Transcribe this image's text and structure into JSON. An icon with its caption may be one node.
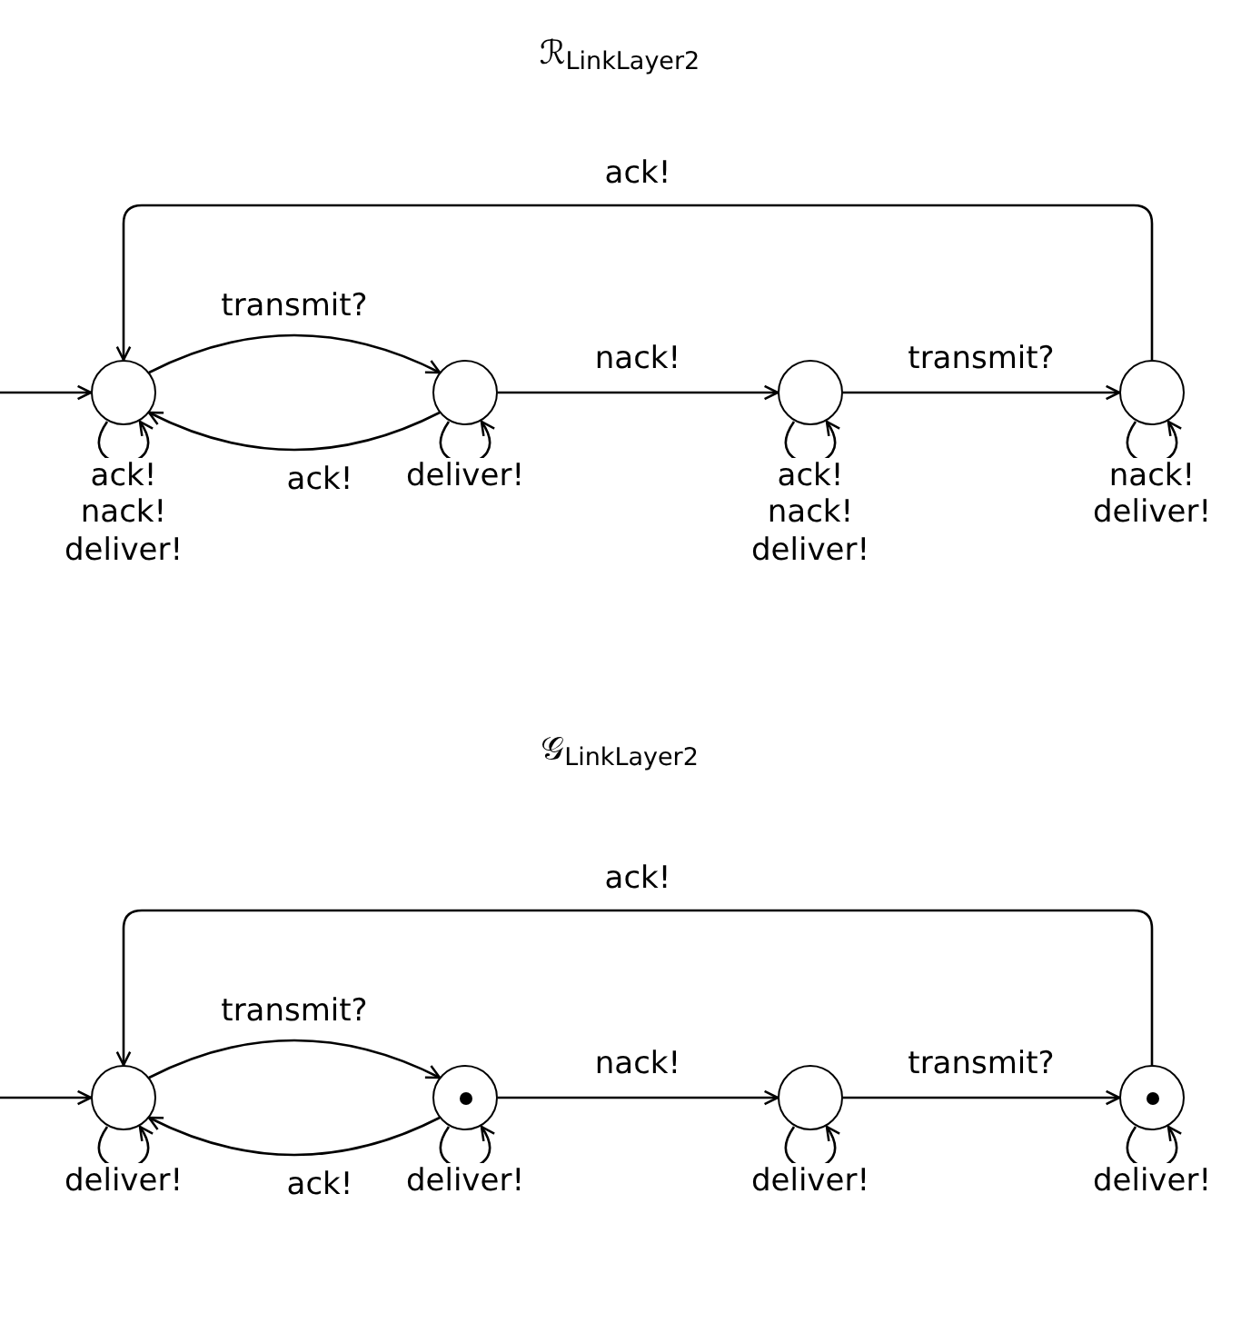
{
  "diagram": {
    "nodes": [
      {
        "text": [],
        "shape": "circle"
      },
      {
        "text": [],
        "shape": "circle"
      },
      {
        "text": [],
        "shape": "circle"
      },
      {
        "text": [],
        "shape": "circle"
      },
      {
        "text": [],
        "shape": "circle"
      },
      {
        "text": [],
        "shape": "bullseye"
      },
      {
        "text": [],
        "shape": "circle"
      },
      {
        "text": [],
        "shape": "bullseye"
      }
    ],
    "edges": [
      {
        "from": null,
        "to": 0,
        "arrow": "to"
      },
      {
        "from": 0,
        "to": 1,
        "arrow": "to",
        "label": "transmit?"
      },
      {
        "from": 1,
        "to": 0,
        "arrow": "to",
        "label": "ack!"
      },
      {
        "from": 1,
        "to": 2,
        "arrow": "to",
        "label": "nack!"
      },
      {
        "from": 2,
        "to": 3,
        "arrow": "to",
        "label": "transmit?"
      },
      {
        "from": 3,
        "to": 0,
        "arrow": "to",
        "label": "ack!"
      },
      {
        "from": 0,
        "to": 0,
        "arrow": "to",
        "label": "ack! nack! deliver!"
      },
      {
        "from": 1,
        "to": 1,
        "arrow": "to",
        "label": "deliver!"
      },
      {
        "from": 2,
        "to": 2,
        "arrow": "to",
        "label": "ack! nack! deliver!"
      },
      {
        "from": 3,
        "to": 3,
        "arrow": "to",
        "label": "nack! deliver!"
      },
      {
        "from": null,
        "to": 4,
        "arrow": "to"
      },
      {
        "from": 4,
        "to": 5,
        "arrow": "to",
        "label": "transmit?"
      },
      {
        "from": 5,
        "to": 4,
        "arrow": "to",
        "label": "ack!"
      },
      {
        "from": 5,
        "to": 6,
        "arrow": "to",
        "label": "nack!"
      },
      {
        "from": 6,
        "to": 7,
        "arrow": "to",
        "label": "transmit?"
      },
      {
        "from": 7,
        "to": 4,
        "arrow": "to",
        "label": "ack!"
      },
      {
        "from": 4,
        "to": 4,
        "arrow": "to",
        "label": "deliver!"
      },
      {
        "from": 5,
        "to": 5,
        "arrow": "to",
        "label": "deliver!"
      },
      {
        "from": 6,
        "to": 6,
        "arrow": "to",
        "label": "deliver!"
      },
      {
        "from": 7,
        "to": 7,
        "arrow": "to",
        "label": "deliver!"
      }
    ],
    "labels": [
      "ℛ$_{LinkLayer2}$",
      "𝒢$_{LinkLayer2}$"
    ]
  }
}
